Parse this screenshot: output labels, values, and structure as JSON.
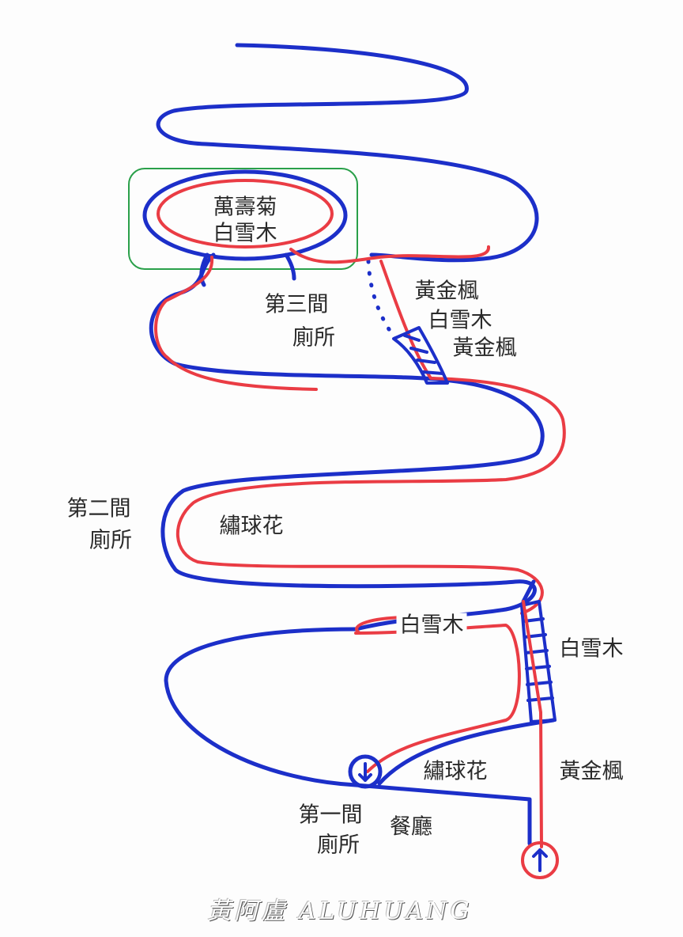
{
  "title_area": {
    "labels": [
      "萬壽菊",
      "白雪木"
    ]
  },
  "labels": {
    "restroom3_a": "第三間",
    "restroom3_b": "廁所",
    "maple1": "黃金楓",
    "snow1": "白雪木",
    "maple2": "黃金楓",
    "restroom2_a": "第二間",
    "restroom2_b": "廁所",
    "hydrangea1": "繡球花",
    "snow2": "白雪木",
    "snow3": "白雪木",
    "hydrangea2": "繡球花",
    "maple3": "黃金楓",
    "restroom1_a": "第一間",
    "restroom1_b": "廁所",
    "restaurant": "餐廳"
  },
  "signature": "黃阿盧 ALUHUANG",
  "colors": {
    "blue_route": "#1c2fc9",
    "red_route": "#ea3c44",
    "highlight": "#2aa04a"
  },
  "icons": [
    "start-arrow-up-icon",
    "end-arrow-down-icon"
  ]
}
